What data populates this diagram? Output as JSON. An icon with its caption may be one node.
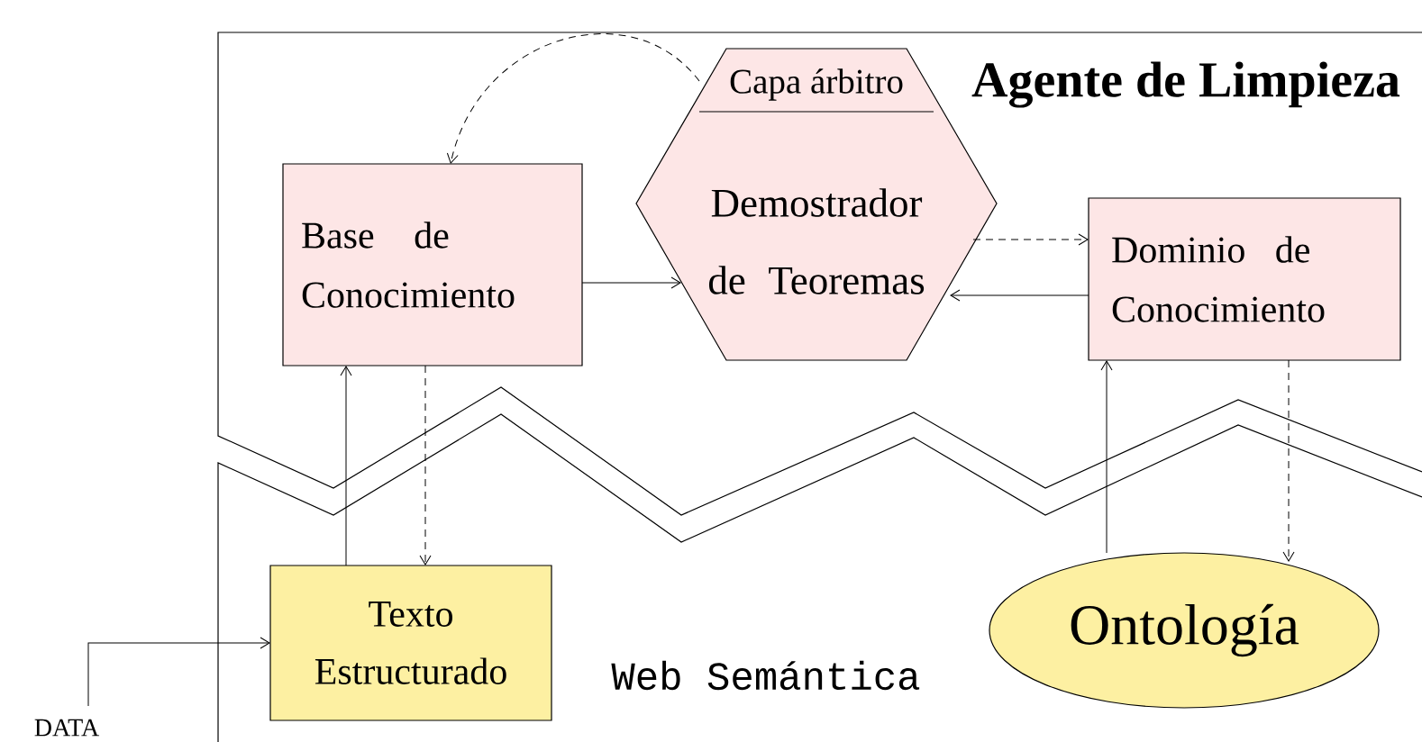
{
  "diagram": {
    "nodes": [
      {
        "text": [
          "Base de Conocimiento"
        ]
      },
      {
        "text": [
          "Capa árbitro",
          "Demostrador de Teoremas"
        ]
      },
      {
        "text": [
          "Dominio de Conocimiento"
        ]
      },
      {
        "text": [
          "Texto Estructurado"
        ]
      },
      {
        "text": [
          "Ontología"
        ]
      },
      {
        "text": [
          "DATA"
        ]
      }
    ],
    "edges": [
      {
        "from": 1,
        "to": 0,
        "arrow": "to",
        "style": "dashed"
      },
      {
        "from": 0,
        "to": 1,
        "arrow": "to"
      },
      {
        "from": 1,
        "to": 2,
        "arrow": "to",
        "style": "dashed"
      },
      {
        "from": 2,
        "to": 1,
        "arrow": "to"
      },
      {
        "from": 0,
        "to": 3,
        "arrow": "to",
        "style": "dashed"
      },
      {
        "from": 3,
        "to": 0,
        "arrow": "to"
      },
      {
        "from": 4,
        "to": 2,
        "arrow": "to"
      },
      {
        "from": 2,
        "to": 4,
        "arrow": "to",
        "style": "dashed"
      },
      {
        "from": 5,
        "to": 3,
        "arrow": "to"
      }
    ],
    "labels": [
      "Agente de Limpieza",
      "Web Semántica"
    ]
  }
}
